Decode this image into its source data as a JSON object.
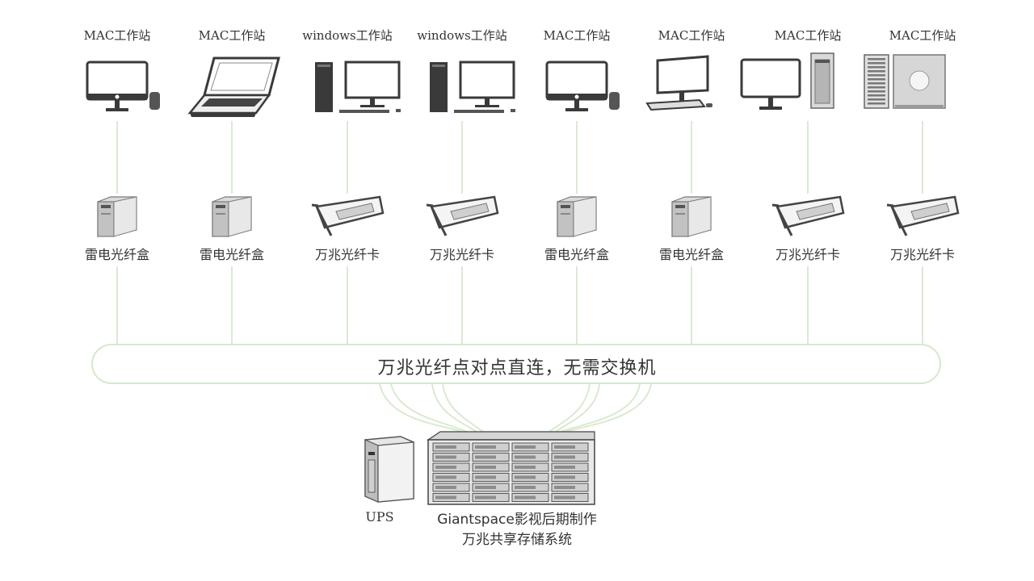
{
  "workstations": [
    {
      "label": "MAC工作站",
      "device": "imac-monitor",
      "adapter": "雷电光纤盒",
      "adapter_type": "thunderbolt-box"
    },
    {
      "label": "MAC工作站",
      "device": "laptop",
      "adapter": "雷电光纤盒",
      "adapter_type": "thunderbolt-box"
    },
    {
      "label": "windows工作站",
      "device": "pc-tower-monitor",
      "adapter": "万兆光纤卡",
      "adapter_type": "pcie-card"
    },
    {
      "label": "windows工作站",
      "device": "pc-tower-monitor",
      "adapter": "万兆光纤卡",
      "adapter_type": "pcie-card"
    },
    {
      "label": "MAC工作站",
      "device": "imac-monitor",
      "adapter": "雷电光纤盒",
      "adapter_type": "thunderbolt-box"
    },
    {
      "label": "MAC工作站",
      "device": "desktop-monitor",
      "adapter": "雷电光纤盒",
      "adapter_type": "thunderbolt-box"
    },
    {
      "label": "MAC工作站",
      "device": "monitor-macpro",
      "adapter": "万兆光纤卡",
      "adapter_type": "pcie-card"
    },
    {
      "label": "MAC工作站",
      "device": "macpro-rack",
      "adapter": "万兆光纤卡",
      "adapter_type": "pcie-card"
    }
  ],
  "bus": {
    "label": "万兆光纤点对点直连，无需交换机"
  },
  "ups": {
    "label": "UPS"
  },
  "storage": {
    "line1": "Giantspace影视后期制作",
    "line2": "万兆共享存储系统"
  },
  "colors": {
    "link_line": "#cfe3c2",
    "bus_border": "#d6e8cc",
    "device_dark": "#3a3a3a",
    "device_gray": "#9a9a9a"
  }
}
